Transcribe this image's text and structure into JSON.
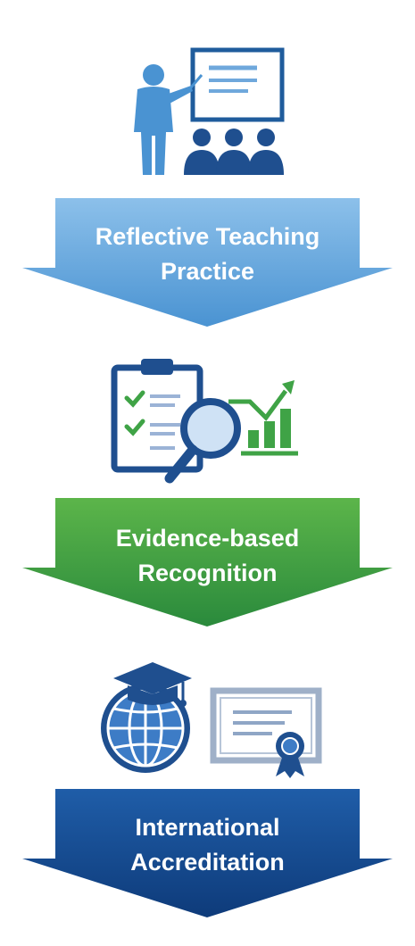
{
  "steps": [
    {
      "label_line1": "Reflective Teaching",
      "label_line2": "Practice",
      "icon": "teacher-presentation-icon",
      "arrow_color_top": "#7db6e6",
      "arrow_color_bottom": "#4a93d2"
    },
    {
      "label_line1": "Evidence-based",
      "label_line2": "Recognition",
      "icon": "clipboard-analytics-icon",
      "arrow_color_top": "#5cb54a",
      "arrow_color_bottom": "#2e8a3a"
    },
    {
      "label_line1": "International",
      "label_line2": "Accreditation",
      "icon": "graduation-globe-certificate-icon",
      "arrow_color_top": "#1f5da8",
      "arrow_color_bottom": "#0f3f82"
    }
  ],
  "colors": {
    "navy": "#1f4f8f",
    "light_blue": "#4a93d2",
    "green": "#3fa346"
  }
}
